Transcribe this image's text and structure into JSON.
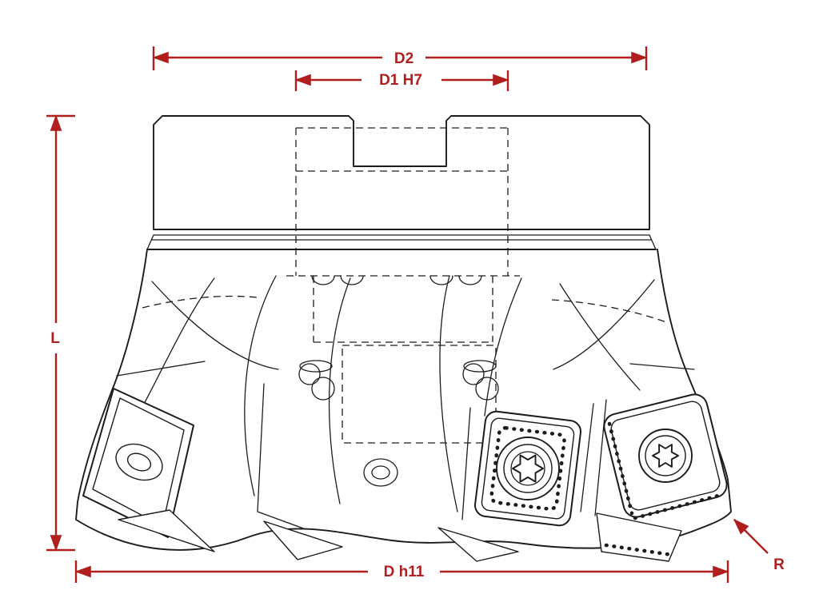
{
  "drawing": {
    "subject": "indexable-face-milling-cutter-technical-drawing",
    "colors": {
      "dimension": "#b01e1e",
      "line": "#1c1c1c",
      "background": "#ffffff"
    },
    "dimensions": {
      "d2": "D2",
      "d1h7": "D1 H7",
      "l": "L",
      "dh11": "D h11",
      "r": "R"
    }
  }
}
